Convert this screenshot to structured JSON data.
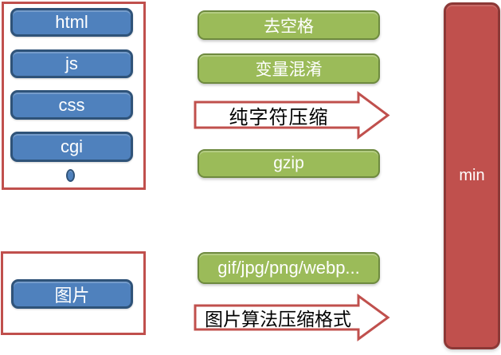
{
  "colors": {
    "blue": "#4F81BD",
    "blue_border": "#2F5379",
    "green": "#9BBB59",
    "green_border": "#6E8A3F",
    "red": "#C0504D",
    "red_dark_border": "#8C3836"
  },
  "source_files": {
    "buttons": [
      "html",
      "js",
      "css",
      "cgi"
    ]
  },
  "text_pipeline": {
    "steps": [
      "去空格",
      "变量混淆"
    ],
    "arrow_label": "纯字符压缩",
    "gzip_label": "gzip"
  },
  "image_pipeline": {
    "box_label": "图片",
    "formats_label": "gif/jpg/png/webp...",
    "arrow_label": "图片算法压缩格式"
  },
  "output": {
    "label": "min"
  }
}
